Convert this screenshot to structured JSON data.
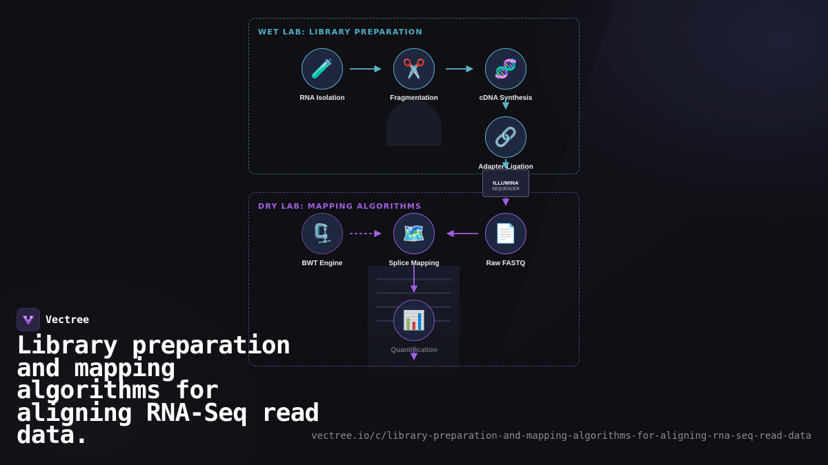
{
  "sections": {
    "wet": {
      "title": "WET LAB: LIBRARY PREPARATION",
      "color": "#4fb0c2"
    },
    "dry": {
      "title": "DRY LAB: MAPPING ALGORITHMS",
      "color": "#a35fe0"
    }
  },
  "nodes": {
    "rna_isolation": {
      "label": "RNA Isolation",
      "icon": "test-tube-icon",
      "glyph": "🧪"
    },
    "fragmentation": {
      "label": "Fragmentation",
      "icon": "scissors-icon",
      "glyph": "✂️"
    },
    "cdna_synthesis": {
      "label": "cDNA Synthesis",
      "icon": "dna-icon",
      "glyph": "🧬"
    },
    "adapter_ligation": {
      "label": "Adapter Ligation",
      "icon": "link-icon",
      "glyph": "🔗"
    },
    "bwt_engine": {
      "label": "BWT Engine",
      "icon": "clamp-icon",
      "glyph": "🗜️"
    },
    "splice_mapping": {
      "label": "Splice Mapping",
      "icon": "map-icon",
      "glyph": "🗺️"
    },
    "raw_fastq": {
      "label": "Raw FASTQ",
      "icon": "document-icon",
      "glyph": "📄"
    },
    "quantification": {
      "label": "Quantification",
      "icon": "bar-chart-icon",
      "glyph": "📊"
    }
  },
  "sequencer": {
    "title": "ILLUMINA",
    "subtitle": "SEQUENCER"
  },
  "brand": {
    "name": "Vectree",
    "icon": "vectree-logo-icon"
  },
  "headline": "Library preparation and mapping algorithms for aligning RNA-Seq read data.",
  "url": "vectree.io/c/library-preparation-and-mapping-algorithms-for-aligning-rna-seq-read-data",
  "colors": {
    "teal": "#5bb6c9",
    "purple": "#9a5ce0",
    "node_fill": "#1e2640",
    "background": "#0f0f14"
  }
}
